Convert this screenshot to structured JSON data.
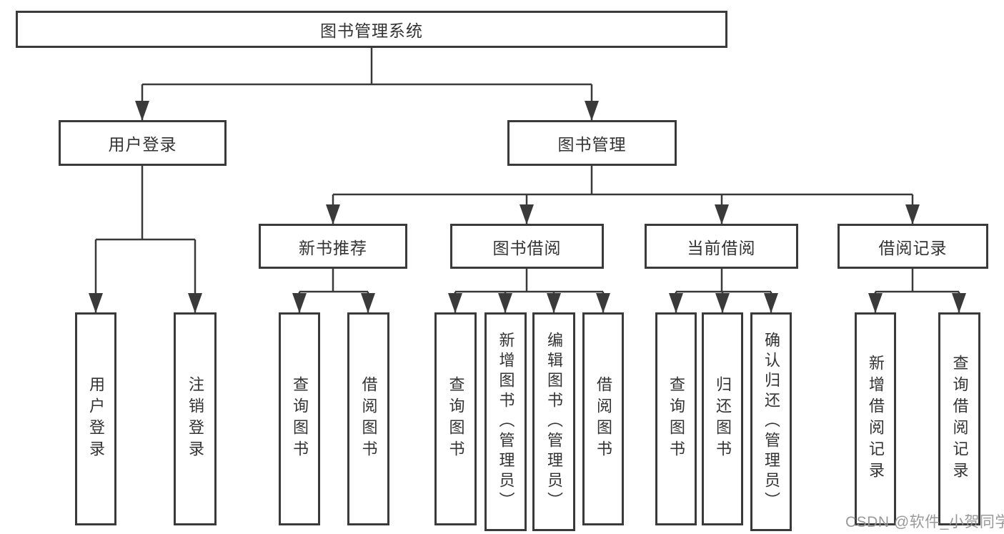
{
  "diagram": {
    "watermark": "CSDN @软件_小贺同学",
    "colors": {
      "line": "#3a3a3a",
      "box_border": "#3a3a3a",
      "box_fill": "#ffffff",
      "text": "#333333",
      "watermark": "#949494"
    },
    "nodes": {
      "root": {
        "label": "图书管理系统"
      },
      "user_login": {
        "label": "用户登录"
      },
      "book_management": {
        "label": "图书管理"
      },
      "login": {
        "label": "用户登录"
      },
      "logout": {
        "label": "注销登录"
      },
      "new_book_recommend": {
        "label": "新书推荐"
      },
      "book_borrow": {
        "label": "图书借阅"
      },
      "current_borrow": {
        "label": "当前借阅"
      },
      "borrow_records": {
        "label": "借阅记录"
      },
      "nbr_query": {
        "label": "查询图书"
      },
      "nbr_borrow": {
        "label": "借阅图书"
      },
      "bb_query": {
        "label": "查询图书"
      },
      "bb_add": {
        "label": "新增图书（管理员）"
      },
      "bb_edit": {
        "label": "编辑图书（管理员）"
      },
      "bb_borrow": {
        "label": "借阅图书"
      },
      "cb_query": {
        "label": "查询图书"
      },
      "cb_return": {
        "label": "归还图书"
      },
      "cb_confirm": {
        "label": "确认归还（管理员）"
      },
      "br_add": {
        "label": "新增借阅记录"
      },
      "br_query": {
        "label": "查询借阅记录"
      }
    },
    "edges": [
      [
        "root",
        "user_login"
      ],
      [
        "root",
        "book_management"
      ],
      [
        "user_login",
        "login"
      ],
      [
        "user_login",
        "logout"
      ],
      [
        "book_management",
        "new_book_recommend"
      ],
      [
        "book_management",
        "book_borrow"
      ],
      [
        "book_management",
        "current_borrow"
      ],
      [
        "book_management",
        "borrow_records"
      ],
      [
        "new_book_recommend",
        "nbr_query"
      ],
      [
        "new_book_recommend",
        "nbr_borrow"
      ],
      [
        "book_borrow",
        "bb_query"
      ],
      [
        "book_borrow",
        "bb_add"
      ],
      [
        "book_borrow",
        "bb_edit"
      ],
      [
        "book_borrow",
        "bb_borrow"
      ],
      [
        "current_borrow",
        "cb_query"
      ],
      [
        "current_borrow",
        "cb_return"
      ],
      [
        "current_borrow",
        "cb_confirm"
      ],
      [
        "borrow_records",
        "br_add"
      ],
      [
        "borrow_records",
        "br_query"
      ]
    ]
  }
}
